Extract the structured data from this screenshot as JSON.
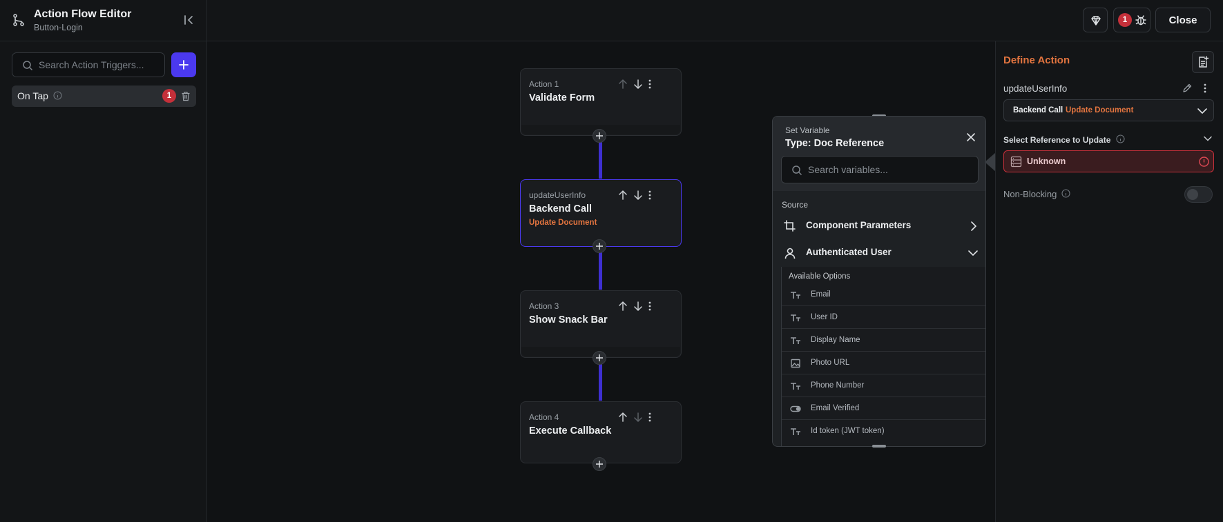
{
  "header": {
    "title": "Action Flow Editor",
    "subtitle": "Button-Login",
    "close_label": "Close",
    "debug_badge": "1"
  },
  "left_panel": {
    "search_placeholder": "Search Action Triggers...",
    "triggers": [
      {
        "label": "On Tap",
        "badge": "1"
      }
    ]
  },
  "actions": [
    {
      "kicker": "Action 1",
      "title": "Validate Form",
      "sub": ""
    },
    {
      "kicker": "updateUserInfo",
      "title": "Backend Call",
      "sub": "Update Document"
    },
    {
      "kicker": "Action 3",
      "title": "Show Snack Bar",
      "sub": ""
    },
    {
      "kicker": "Action 4",
      "title": "Execute Callback",
      "sub": ""
    }
  ],
  "set_variable": {
    "kicker": "Set Variable",
    "title": "Type: Doc Reference",
    "search_placeholder": "Search variables...",
    "source_label": "Source",
    "sources": [
      {
        "label": "Component Parameters",
        "icon": "component-icon"
      },
      {
        "label": "Authenticated User",
        "icon": "user-icon"
      }
    ],
    "available_label": "Available Options",
    "options": [
      {
        "label": "Email",
        "icon": "text-type-icon"
      },
      {
        "label": "User ID",
        "icon": "text-type-icon"
      },
      {
        "label": "Display Name",
        "icon": "text-type-icon"
      },
      {
        "label": "Photo URL",
        "icon": "image-icon"
      },
      {
        "label": "Phone Number",
        "icon": "text-type-icon"
      },
      {
        "label": "Email Verified",
        "icon": "toggle-icon"
      },
      {
        "label": "Id token (JWT token)",
        "icon": "text-type-icon"
      }
    ]
  },
  "right_panel": {
    "title": "Define Action",
    "action_name": "updateUserInfo",
    "action_type": "Backend Call",
    "action_subtype": "Update Document",
    "ref_label": "Select Reference to Update",
    "ref_value": "Unknown",
    "non_blocking_label": "Non-Blocking",
    "non_blocking_on": false
  },
  "colors": {
    "accent": "#4b39ef",
    "orange": "#e2743f",
    "error": "#c5303a",
    "background": "#101214"
  }
}
